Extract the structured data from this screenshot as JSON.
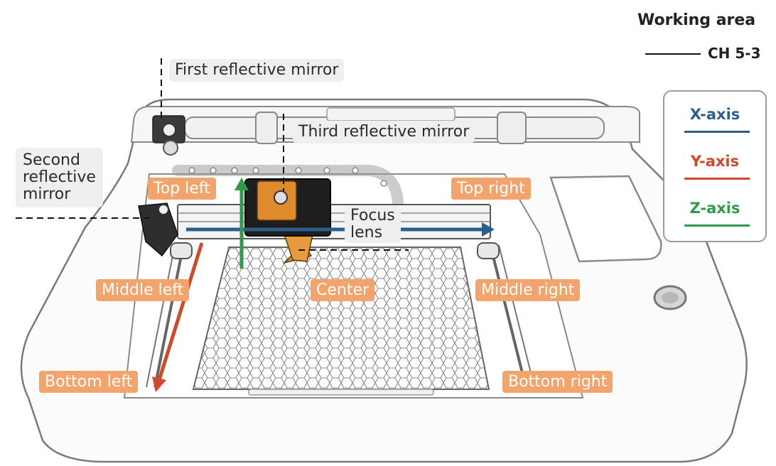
{
  "header": {
    "title": "Working area",
    "chapter": "CH 5-3"
  },
  "mirrors": {
    "first": "First reflective mirror",
    "second_line1": "Second",
    "second_line2": "reflective",
    "second_line3": "mirror",
    "third": "Third reflective mirror"
  },
  "lens": {
    "line1": "Focus",
    "line2": "lens"
  },
  "positions": {
    "top_left": "Top left",
    "top_right": "Top right",
    "middle_left": "Middle left",
    "center": "Center",
    "middle_right": "Middle right",
    "bottom_left": "Bottom left",
    "bottom_right": "Bottom right"
  },
  "legend": {
    "x_axis": "X-axis",
    "y_axis": "Y-axis",
    "z_axis": "Z-axis"
  },
  "colors": {
    "x_axis": "#2e5f8a",
    "y_axis": "#d04a2a",
    "z_axis": "#2e9a4a",
    "label_bg": "#f2a46c",
    "laser_head": "#1e1e1e",
    "head_accent": "#e08a2e"
  }
}
